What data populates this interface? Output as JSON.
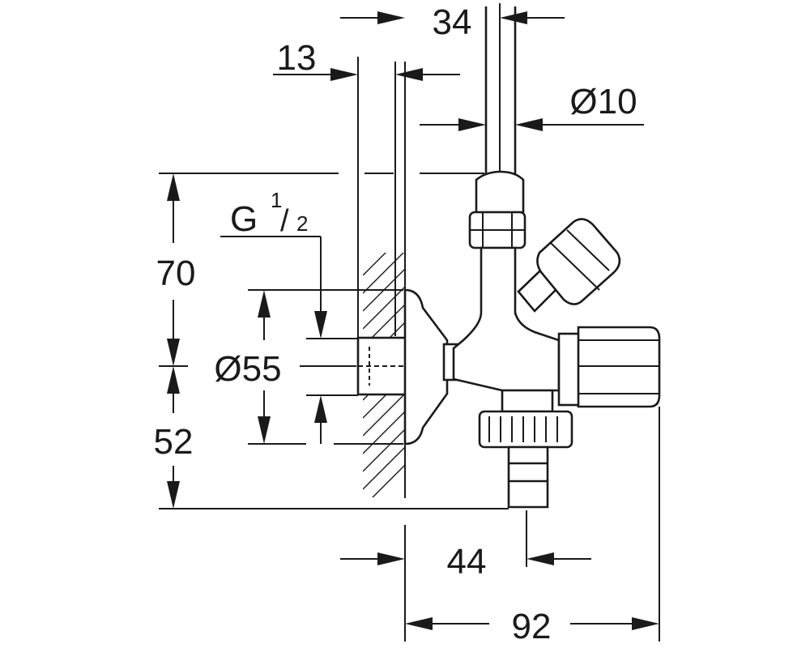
{
  "dimensions": {
    "top_width": "34",
    "wall_offset": "13",
    "pipe_diameter": "Ø10",
    "thread_prefix": "G",
    "thread_numerator": "1",
    "thread_denominator": "2",
    "upper_height": "70",
    "rosette_diameter": "Ø55",
    "lower_height": "52",
    "outlet_offset": "44",
    "total_width": "92"
  }
}
